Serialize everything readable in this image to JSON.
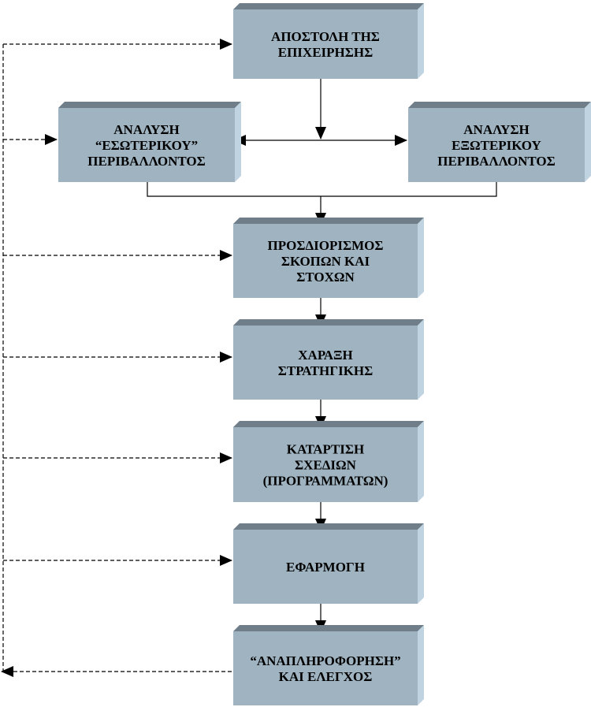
{
  "colors": {
    "box_face": "#9fb3c1",
    "box_top": "#6f7e88",
    "box_side": "#bfd3e0",
    "line": "#000000"
  },
  "boxes": [
    {
      "id": "mission",
      "lines": [
        "ΑΠΟΣΤΟΛΗ ΤΗΣ",
        "ΕΠΙΧΕΙΡΗΣΗΣ"
      ]
    },
    {
      "id": "internal",
      "lines": [
        "ΑΝΑΛΥΣΗ",
        "“ΕΣΩΤΕΡΙΚΟΥ”",
        "ΠΕΡΙΒΑΛΛΟΝΤΟΣ"
      ]
    },
    {
      "id": "external",
      "lines": [
        "ΑΝΑΛΥΣΗ",
        "ΕΞΩΤΕΡΙΚΟΥ",
        "ΠΕΡΙΒΑΛΛΟΝΤΟΣ"
      ]
    },
    {
      "id": "goals",
      "lines": [
        "ΠΡΟΣΔΙΟΡΙΣΜΟΣ",
        "ΣΚΟΠΩΝ ΚΑΙ",
        "ΣΤΟΧΩΝ"
      ]
    },
    {
      "id": "strategy",
      "lines": [
        "ΧΑΡΑΞΗ",
        "ΣΤΡΑΤΗΓΙΚΗΣ"
      ]
    },
    {
      "id": "plans",
      "lines": [
        "ΚΑΤΑΡΤΙΣΗ",
        "ΣΧΕΔΙΩΝ",
        "(ΠΡΟΓΡΑΜΜΑΤΩΝ)"
      ]
    },
    {
      "id": "implementation",
      "lines": [
        "ΕΦΑΡΜΟΓΗ"
      ]
    },
    {
      "id": "feedback",
      "lines": [
        "“ΑΝΑΠΛΗΡΟΦΟΡΗΣΗ”",
        "ΚΑΙ ΕΛΕΓΧΟΣ"
      ]
    }
  ]
}
